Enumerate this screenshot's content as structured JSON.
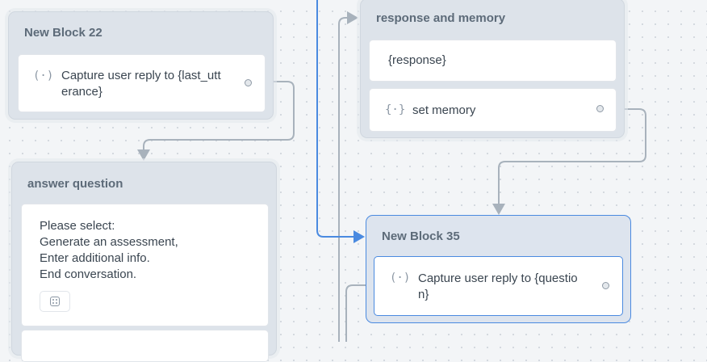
{
  "blocks": {
    "block22": {
      "title": "New Block 22",
      "step": {
        "icon": "capture-icon",
        "text_line1": "Capture user reply to {last_utt",
        "text_line2": "erance}"
      }
    },
    "response_memory": {
      "title": "response and memory",
      "response_text": "{response}",
      "memory_step": {
        "icon": "set-memory-icon",
        "text": "set memory"
      }
    },
    "answer_question": {
      "title": "answer question",
      "message_lines": [
        "Please select:",
        "Generate an assessment,",
        "Enter additional info.",
        "End conversation."
      ],
      "choice_icon": "dice-icon"
    },
    "block35": {
      "title": "New Block 35",
      "step": {
        "icon": "capture-icon",
        "text_line1": "Capture user reply to {questio",
        "text_line2": "n}"
      }
    }
  },
  "colors": {
    "canvas": "#f3f5f7",
    "block_bg": "#dde3ea",
    "selection": "#4a8ae0",
    "wire": "#a8b2bc"
  }
}
